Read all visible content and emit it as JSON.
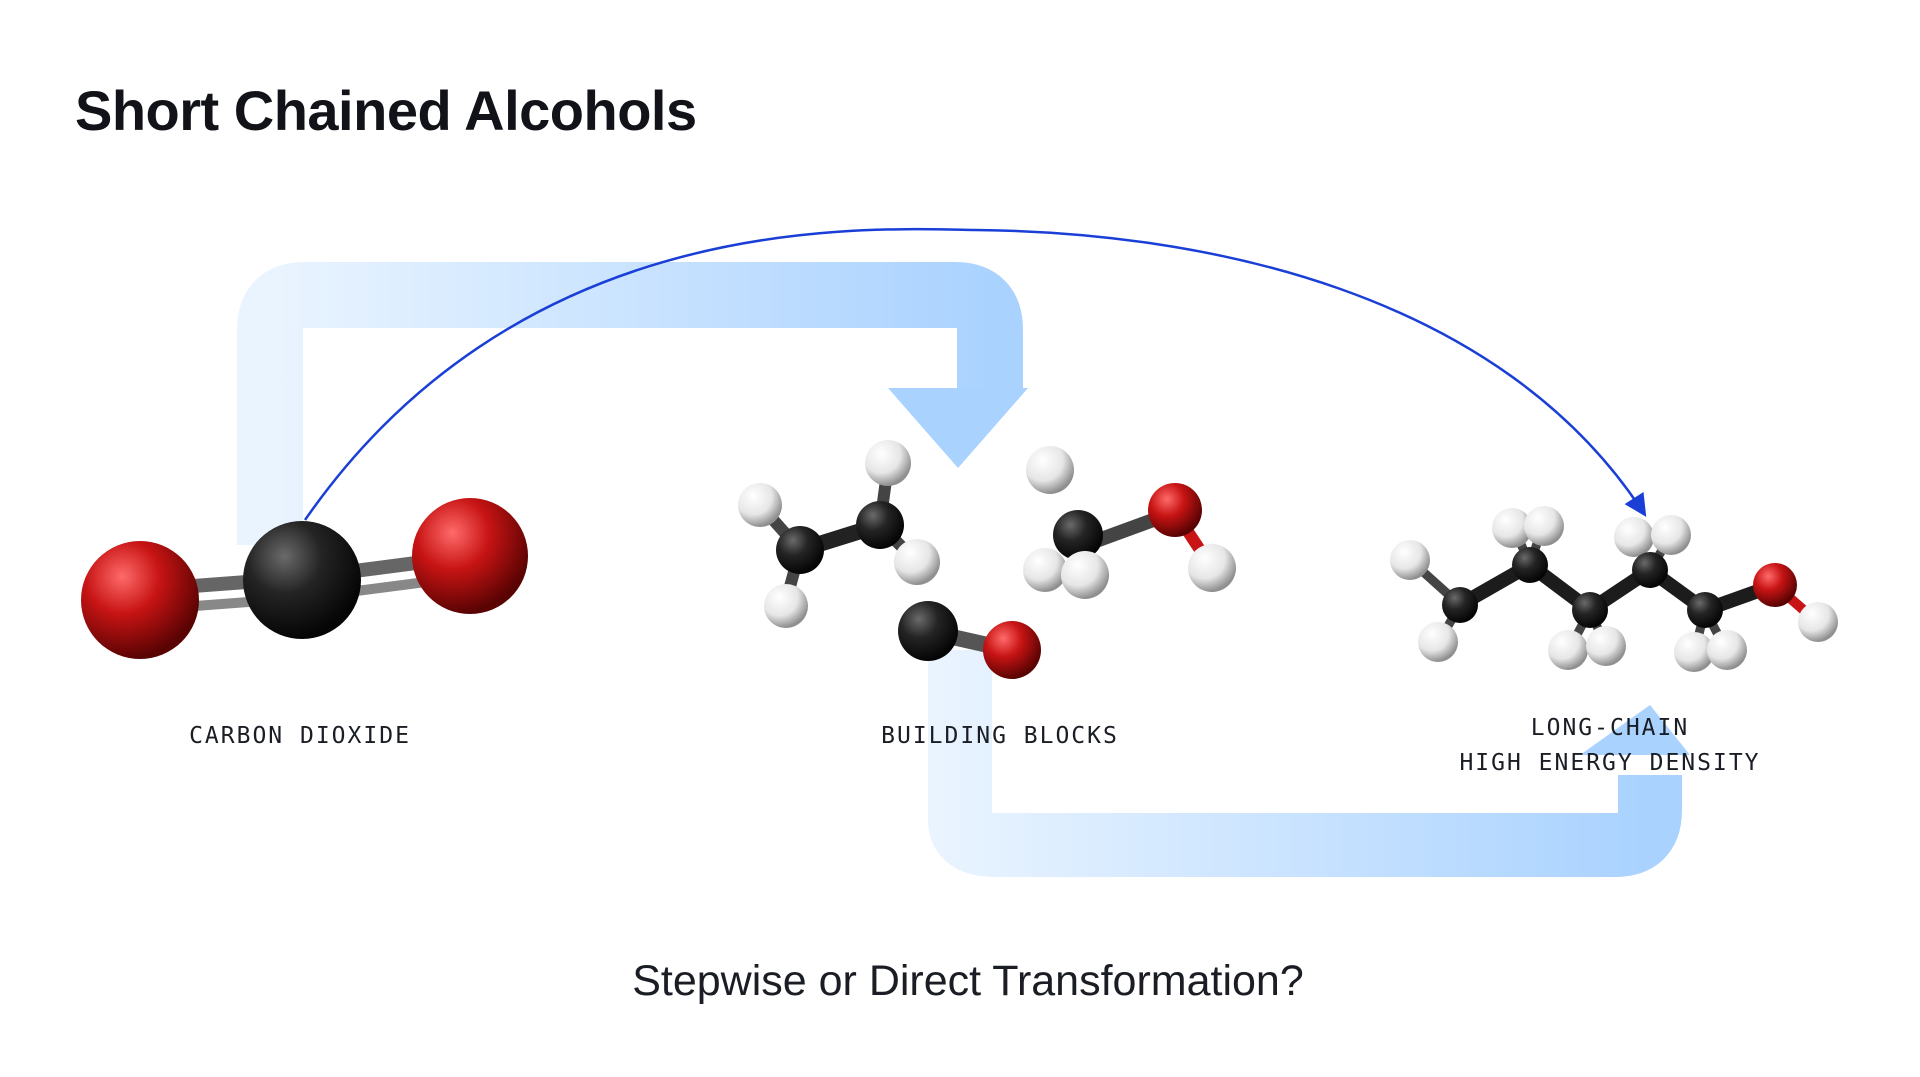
{
  "title": "Short Chained Alcohols",
  "labels": {
    "carbon_dioxide": "CARBON DIOXIDE",
    "building_blocks": "BUILDING BLOCKS",
    "long_chain_line1": "LONG-CHAIN",
    "long_chain_line2": "HIGH ENERGY DENSITY"
  },
  "question": "Stepwise or Direct Transformation?",
  "colors": {
    "oxygen": "#c81414",
    "carbon": "#1c1c1c",
    "hydrogen": "#f2f2f2",
    "stepwise_arrow": "#b7d9ff",
    "direct_arrow": "#1a3fd6"
  }
}
